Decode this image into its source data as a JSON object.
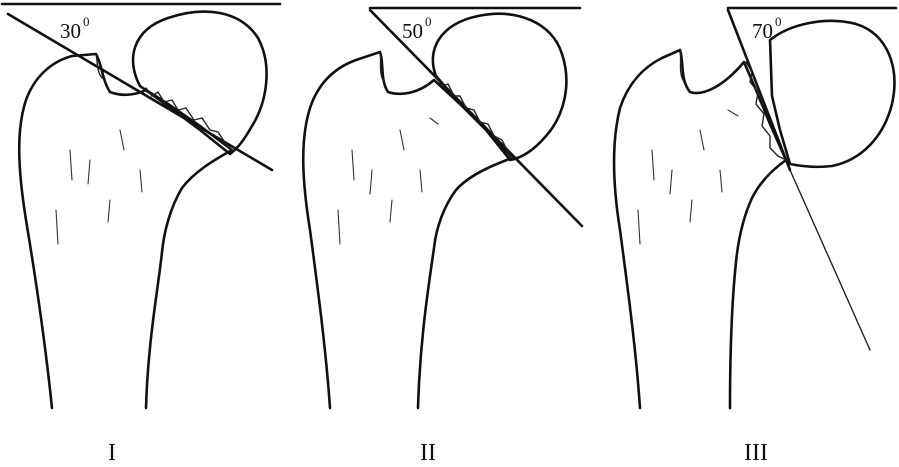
{
  "panels": [
    {
      "angle_value": "30",
      "angle_unit": "0",
      "roman": "I"
    },
    {
      "angle_value": "50",
      "angle_unit": "0",
      "roman": "II"
    },
    {
      "angle_value": "70",
      "angle_unit": "0",
      "roman": "III"
    }
  ]
}
